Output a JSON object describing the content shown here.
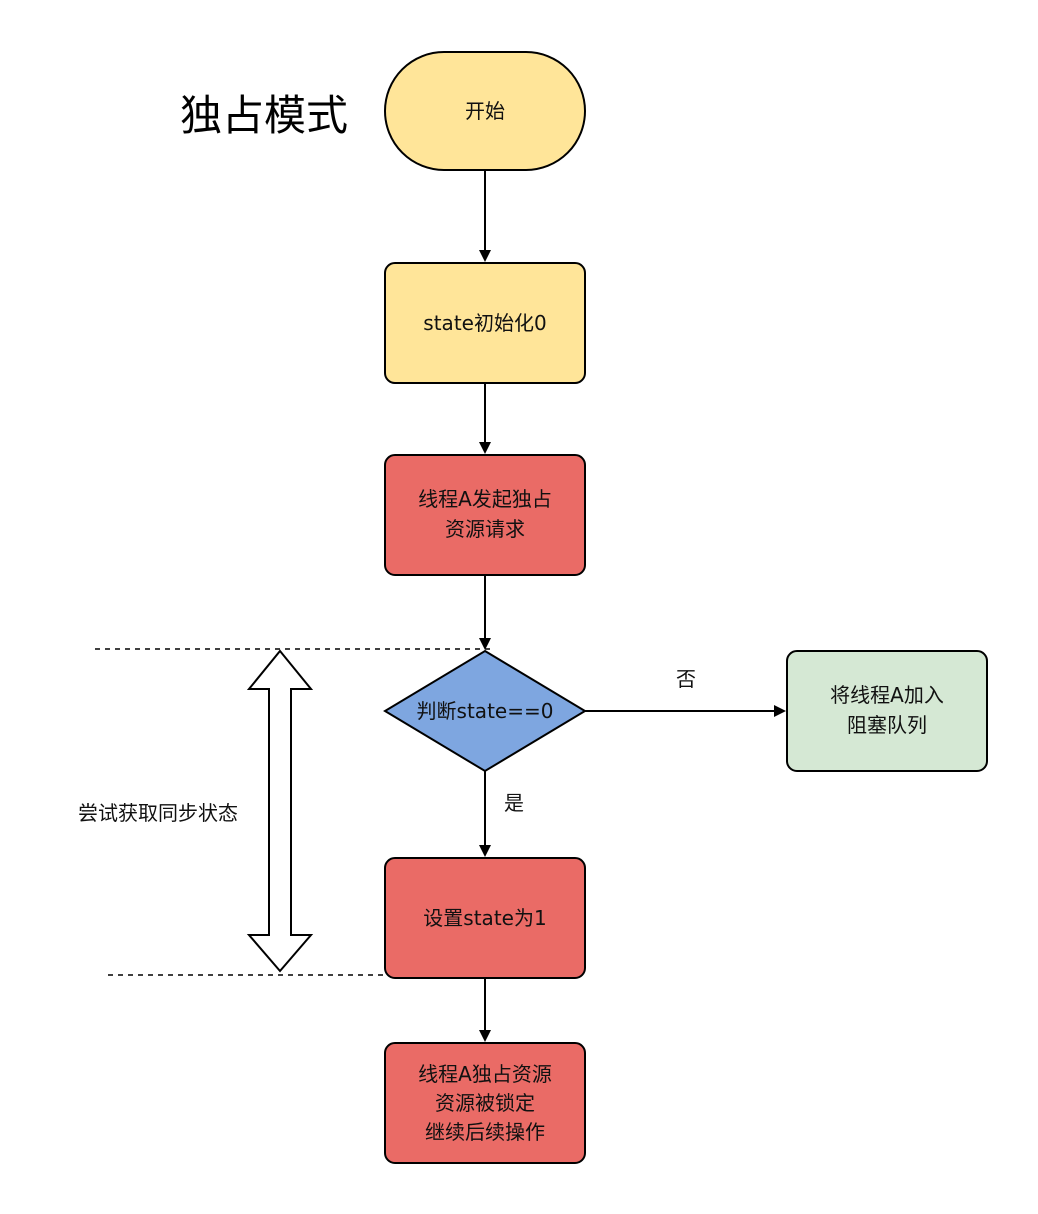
{
  "title": "独占模式",
  "nodes": {
    "start": {
      "label": "开始",
      "fill": "#FFE599"
    },
    "init": {
      "label": "state初始化0",
      "fill": "#FFE599"
    },
    "request": {
      "lines": [
        "线程A发起独占",
        "资源请求"
      ],
      "fill": "#EA6B66"
    },
    "check": {
      "label": "判断state==0",
      "fill": "#7EA6E0"
    },
    "enqueue": {
      "lines": [
        "将线程A加入",
        "阻塞队列"
      ],
      "fill": "#D5E8D4"
    },
    "set": {
      "label": "设置state为1",
      "fill": "#EA6B66"
    },
    "occupy": {
      "lines": [
        "线程A独占资源",
        "资源被锁定",
        "继续后续操作"
      ],
      "fill": "#EA6B66"
    }
  },
  "edges": {
    "no_label": "否",
    "yes_label": "是"
  },
  "annotation": {
    "label": "尝试获取同步状态"
  }
}
